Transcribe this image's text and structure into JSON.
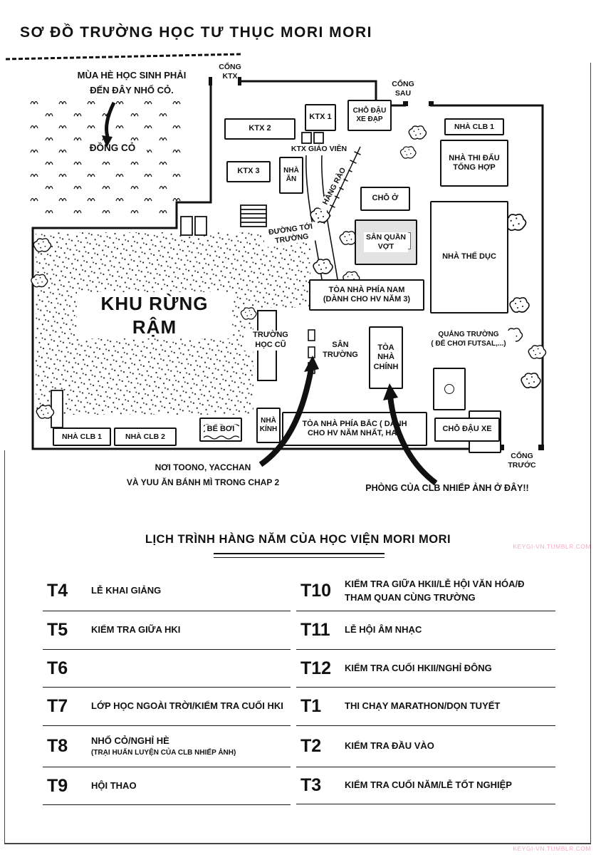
{
  "page": {
    "title": "SƠ ĐỒ TRƯỜNG HỌC TƯ THỤC MORI MORI",
    "watermark": "KEYGI-VN.TUMBLR.COM"
  },
  "map": {
    "note_weeding": "MÙA HÈ HỌC SINH PHẢI\nĐẾN ĐÂY NHỔ CỎ.",
    "field": "ĐỒNG CỎ",
    "gate_ktx": "CỔNG\nKTX",
    "gate_back": "CỔNG\nSAU",
    "gate_front": "CỔNG\nTRƯỚC",
    "bike_parking": "CHỖ ĐẬU\nXE ĐẠP",
    "ktx1": "KTX 1",
    "ktx2": "KTX 2",
    "ktx3": "KTX 3",
    "ktx_teachers": "KTX GIÁO VIÊN",
    "canteen": "NHÀ\nĂN",
    "fence": "HÀNG RÀO",
    "club1_top": "NHÀ CLB 1",
    "arena": "NHÀ THI ĐẤU\nTỔNG HỢP",
    "lodging": "CHỖ Ở",
    "tennis": "SÂN QUẦN\nVỢT",
    "gym": "NHÀ THỂ DỤC",
    "road": "ĐƯỜNG TỚI\nTRƯỜNG",
    "forest": "KHU RỪNG RẬM",
    "south_building": "TÒA NHÀ PHÍA NAM\n(DÀNH CHO HV NĂM 3)",
    "old_school": "TRƯỜNG\nHỌC CŨ",
    "yard": "SÂN\nTRƯỜNG",
    "main_building": "TÒA\nNHÀ\nCHÍNH",
    "square": "QUẢNG TRƯỜNG\n( ĐỂ CHƠI FUTSAL,...)",
    "pool": "BỂ BƠI",
    "greenhouse": "NHÀ\nKÍNH",
    "north_building": "TÒA NHÀ PHÍA BẮC ( DÀNH\nCHO HV NĂM NHẤT, HAI)",
    "parking": "CHỖ ĐẬU XE",
    "club1_bottom": "NHÀ CLB 1",
    "club2_bottom": "NHÀ CLB 2",
    "note_bread": "NƠI TOONO, YACCHAN\nVÀ YUU ĂN BÁNH MÌ TRONG CHAP 2",
    "note_photo_club": "PHÒNG CỦA CLB NHIẾP ẢNH Ở ĐÂY!!"
  },
  "schedule": {
    "title": "LỊCH TRÌNH HÀNG NĂM CỦA HỌC VIỆN MORI MORI",
    "left": [
      {
        "month": "T4",
        "event": "LỄ KHAI GIẢNG"
      },
      {
        "month": "T5",
        "event": "KIỂM TRA GIỮA HKI"
      },
      {
        "month": "T6",
        "event": ""
      },
      {
        "month": "T7",
        "event": "LỚP HỌC NGOÀI TRỜI/KIỂM TRA CUỐI HKI"
      },
      {
        "month": "T8",
        "event": "NHỔ CỎ/NGHỈ HÈ",
        "sub": "(TRẠI HUẤN LUYỆN CỦA CLB NHIẾP ẢNH)"
      },
      {
        "month": "T9",
        "event": "HỘI THAO"
      }
    ],
    "right": [
      {
        "month": "T10",
        "event": "KIỂM TRA GIỮA HKII/LỄ HỘI VĂN HÓA/Đ\nTHAM QUAN CÙNG TRƯỜNG"
      },
      {
        "month": "T11",
        "event": "LỄ HỘI ÂM NHẠC"
      },
      {
        "month": "T12",
        "event": "KIỂM TRA CUỐI HKII/NGHỈ ĐÔNG"
      },
      {
        "month": "T1",
        "event": "THI CHẠY MARATHON/DỌN TUYẾT"
      },
      {
        "month": "T2",
        "event": "KIỂM TRA ĐẦU VÀO"
      },
      {
        "month": "T3",
        "event": "KIỂM TRA CUỐI NĂM/LỄ TỐT NGHIỆP"
      }
    ]
  }
}
